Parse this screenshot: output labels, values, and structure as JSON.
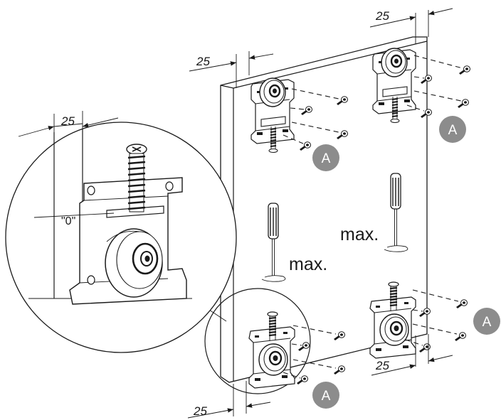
{
  "dimensions": {
    "top_left": "25",
    "top_right": "25",
    "detail": "25",
    "bottom_left": "25",
    "bottom_right": "25"
  },
  "labels": {
    "max_left": "max.",
    "max_right": "max.",
    "zero_mark": "\"0\""
  },
  "badges": {
    "top_left": "A",
    "top_right": "A",
    "bottom_left": "A",
    "bottom_right": "A"
  },
  "colors": {
    "line": "#1a1a1a",
    "badge_fill": "#8c8c8c",
    "panel_fill": "#ffffff"
  }
}
